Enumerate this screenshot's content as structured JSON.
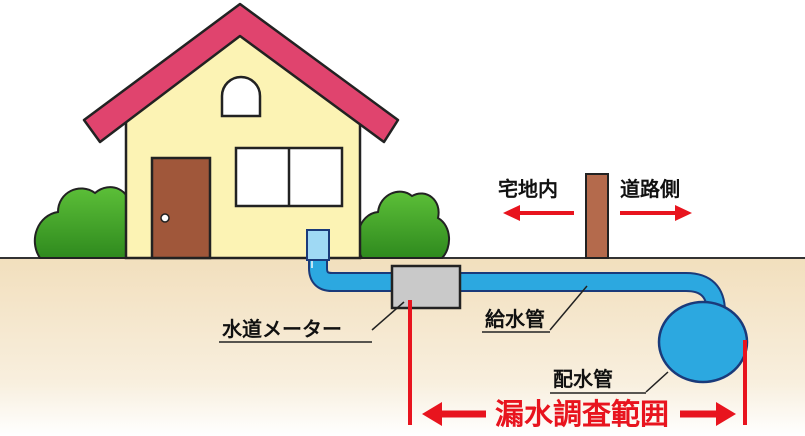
{
  "labels": {
    "water_meter": "水道メーター",
    "service_pipe": "給水管",
    "distribution_main": "配水管",
    "private_side": "宅地内",
    "road_side": "道路側",
    "survey_range": "漏水調査範囲"
  },
  "colors": {
    "roof": "#e0446e",
    "wall": "#fcf3b4",
    "door": "#a0573a",
    "bush": "#4aa52c",
    "ground": "#f5e6c8",
    "pipe": "#2ca8e0",
    "pipe_outline": "#1a3a7a",
    "red": "#e8141e",
    "post": "#b46a4c"
  }
}
